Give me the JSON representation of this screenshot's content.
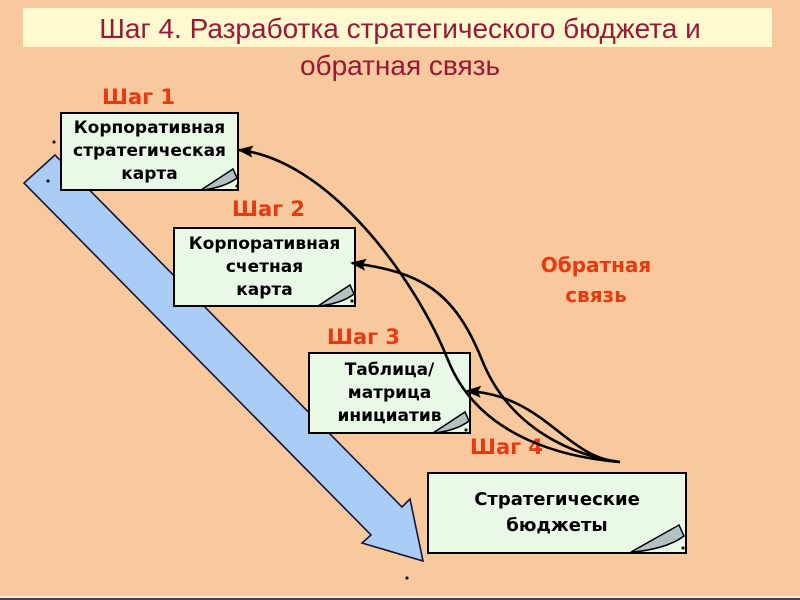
{
  "slide": {
    "title_lines": [
      "Шаг 4. Разработка стратегического бюджета и",
      "обратная связь"
    ]
  },
  "steps": [
    {
      "label": "Шаг 1",
      "box_lines": [
        "Корпоративная",
        "стратегическая",
        "карта"
      ]
    },
    {
      "label": "Шаг 2",
      "box_lines": [
        "Корпоративная",
        "счетная",
        "карта"
      ]
    },
    {
      "label": "Шаг 3",
      "box_lines": [
        "Таблица/",
        "матрица",
        "инициатив"
      ]
    },
    {
      "label": "Шаг 4",
      "box_lines": [
        "Стратегические",
        "бюджеты"
      ]
    }
  ],
  "feedback": {
    "label_lines": [
      "Обратная",
      "связь"
    ]
  },
  "colors": {
    "background": "#F8C99C",
    "title_bar": "#FFF9CF",
    "title_text": "#971939",
    "accent_red": "#E63B12",
    "box_fill": "#EAF8E8",
    "box_border": "#000000",
    "arrow_fill": "#A9CDF4",
    "arrow_border": "#14143C",
    "line": "#000000",
    "fold": "#B2C2C2"
  }
}
